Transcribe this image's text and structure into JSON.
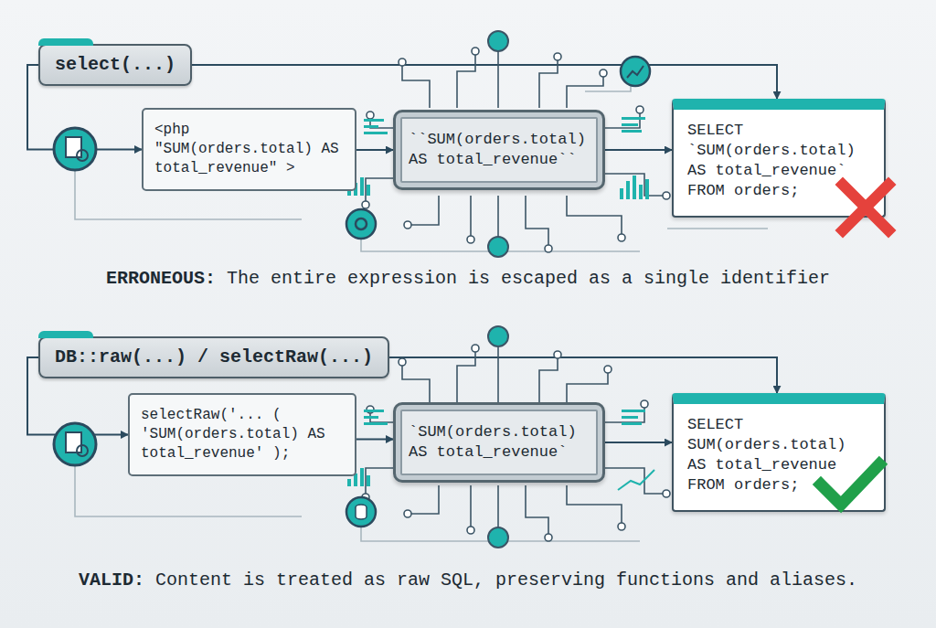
{
  "diagram": {
    "nodes": [
      {
        "text": [
          "select(...)"
        ]
      },
      {
        "text": [
          "<php \"SUM(orders.total) AS total_revenue\" >"
        ]
      },
      {
        "text": [
          "``SUM(orders.total) AS total_revenue``"
        ]
      },
      {
        "text": [
          "SELECT `SUM(orders.total) AS total_revenue` FROM orders;"
        ]
      },
      {
        "text": [
          "DB::raw(...) / selectRaw(...)"
        ]
      },
      {
        "text": [
          "selectRaw('... ( 'SUM(orders.total) AS total_revenue' );"
        ]
      },
      {
        "text": [
          "`SUM(orders.total) AS total_revenue`"
        ]
      },
      {
        "text": [
          "SELECT SUM(orders.total) AS total_revenue FROM orders;"
        ]
      }
    ],
    "edges": [
      {
        "from": 0,
        "to": 1,
        "arrow": "to"
      },
      {
        "from": 0,
        "to": 3,
        "arrow": "to"
      },
      {
        "from": 1,
        "to": 2,
        "arrow": "to"
      },
      {
        "from": 2,
        "to": 3,
        "arrow": "to"
      },
      {
        "from": 4,
        "to": 5,
        "arrow": "to"
      },
      {
        "from": 4,
        "to": 7,
        "arrow": "to"
      },
      {
        "from": 5,
        "to": 6,
        "arrow": "to"
      },
      {
        "from": 6,
        "to": 7,
        "arrow": "to"
      }
    ],
    "labels": [
      "ERRONEOUS:",
      "The entire expression is escaped as a single identifier",
      "VALID:",
      "Content is treated as raw SQL, preserving functions and aliases."
    ]
  }
}
